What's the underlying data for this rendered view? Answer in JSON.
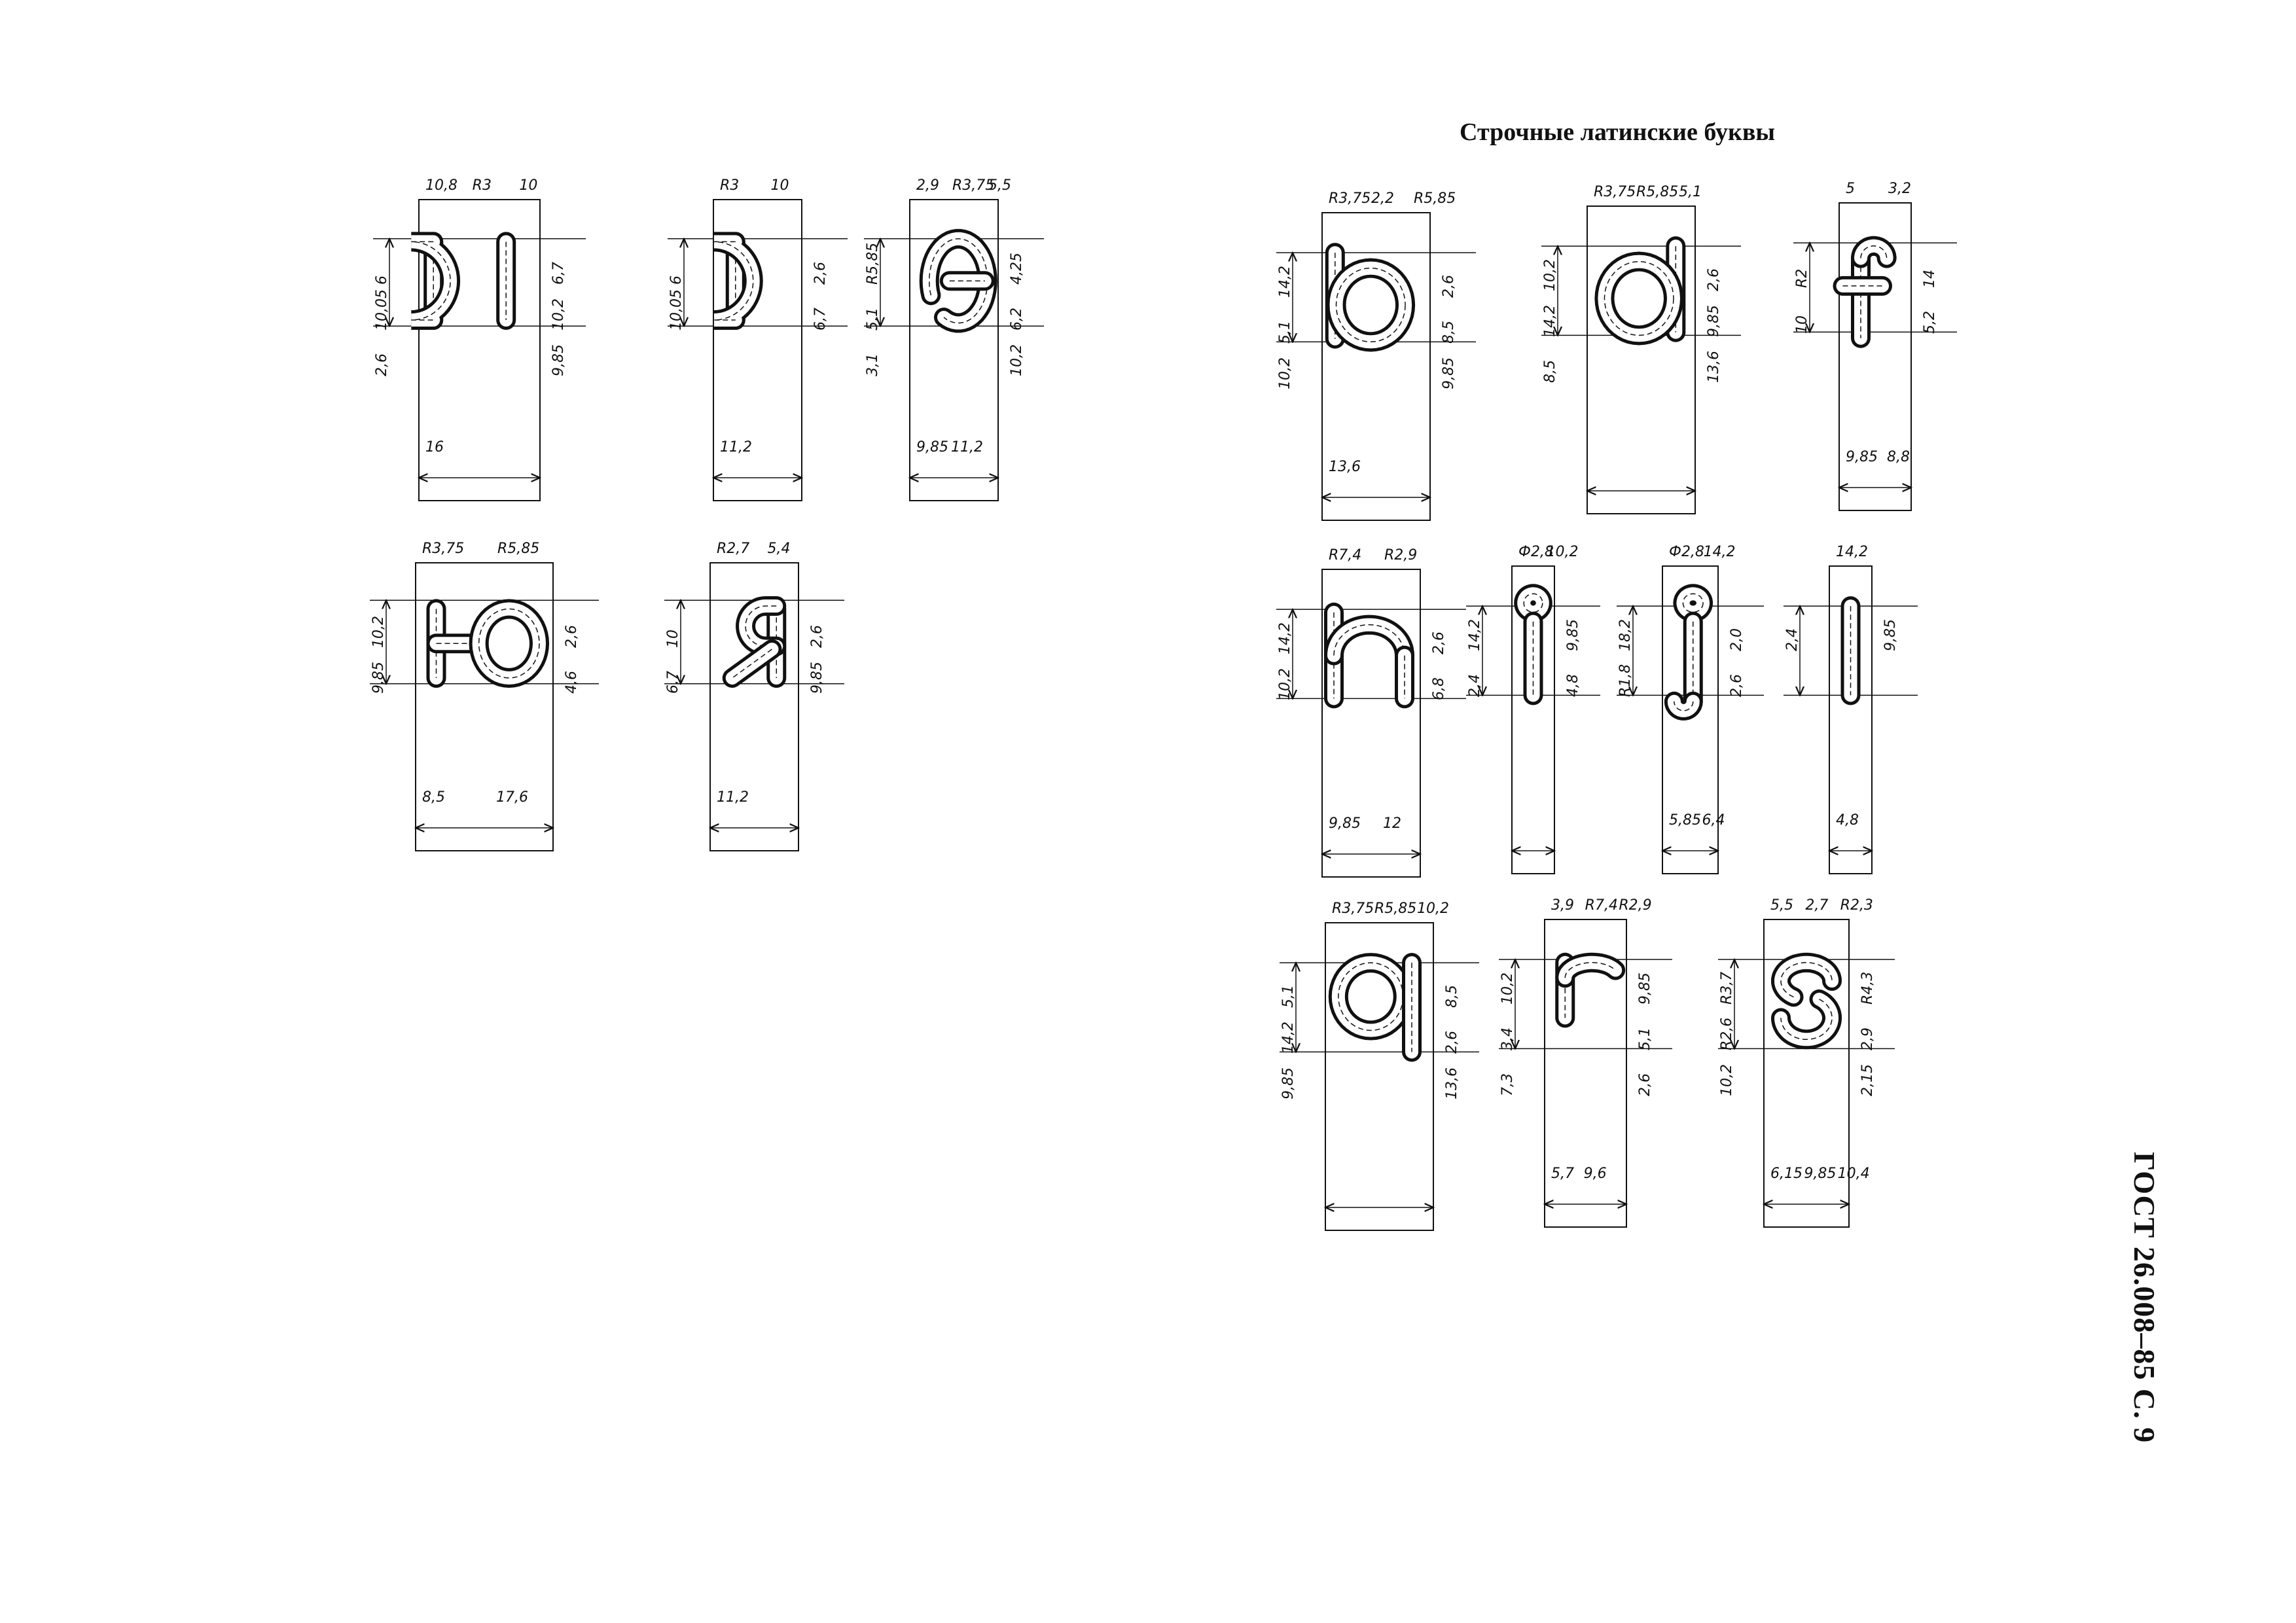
{
  "page": {
    "section_heading": "Строчные латинские буквы",
    "running_head": "ГОСТ 26.008–85 С. 9"
  },
  "glyphs": [
    {
      "id": "cyr-yery",
      "letter": "ы",
      "dims": [
        "10,8",
        "R3",
        "10",
        "6",
        "10,05",
        "2,6",
        "6,7",
        "10,2",
        "9,85",
        "16"
      ]
    },
    {
      "id": "cyr-soft-sign",
      "letter": "ь",
      "dims": [
        "R3",
        "10",
        "6",
        "10,05",
        "2,6",
        "6,7",
        "11,2"
      ]
    },
    {
      "id": "cyr-e",
      "letter": "э",
      "dims": [
        "2,9",
        "R3,75",
        "5,5",
        "R5,85",
        "5,1",
        "3,1",
        "4,25",
        "6,2",
        "10,2",
        "9,85",
        "11,2"
      ]
    },
    {
      "id": "cyr-yu",
      "letter": "ю",
      "dims": [
        "R3,75",
        "R5,85",
        "10,2",
        "9,85",
        "2,6",
        "4,6",
        "8,5",
        "17,6"
      ]
    },
    {
      "id": "cyr-ya",
      "letter": "я",
      "dims": [
        "R2,7",
        "5,4",
        "10",
        "6,7",
        "2,6",
        "9,85",
        "11,2"
      ]
    },
    {
      "id": "lat-b",
      "letter": "b",
      "dims": [
        "R3,75",
        "2,2",
        "R5,85",
        "14,2",
        "5,1",
        "10,2",
        "2,6",
        "8,5",
        "9,85",
        "13,6"
      ]
    },
    {
      "id": "lat-d",
      "letter": "d",
      "dims": [
        "R3,75",
        "R5,85",
        "5,1",
        "10,2",
        "14,2",
        "8,5",
        "2,6",
        "9,85",
        "13,6"
      ]
    },
    {
      "id": "lat-f",
      "letter": "f",
      "dims": [
        "5",
        "3,2",
        "R2",
        "10",
        "14",
        "5,2",
        "9,85",
        "8,8"
      ]
    },
    {
      "id": "lat-h",
      "letter": "h",
      "dims": [
        "R7,4",
        "R2,9",
        "14,2",
        "10,2",
        "2,6",
        "6,8",
        "9,85",
        "12"
      ]
    },
    {
      "id": "lat-i",
      "letter": "i",
      "dims": [
        "Ф2,8",
        "10,2",
        "14,2",
        "2,4",
        "9,85",
        "4,8"
      ]
    },
    {
      "id": "lat-j",
      "letter": "j",
      "dims": [
        "Ф2,8",
        "14,2",
        "18,2",
        "R1,8",
        "2,0",
        "2,6",
        "5,85",
        "6,4"
      ]
    },
    {
      "id": "lat-l",
      "letter": "l",
      "dims": [
        "14,2",
        "2,4",
        "9,85",
        "4,8"
      ]
    },
    {
      "id": "lat-q",
      "letter": "q",
      "dims": [
        "R3,75",
        "R5,85",
        "10,2",
        "5,1",
        "14,2",
        "9,85",
        "8,5",
        "2,6",
        "13,6"
      ]
    },
    {
      "id": "lat-r",
      "letter": "r",
      "dims": [
        "3,9",
        "R7,4",
        "R2,9",
        "10,2",
        "3,4",
        "7,3",
        "9,85",
        "5,1",
        "2,6",
        "5,7",
        "9,6"
      ]
    },
    {
      "id": "lat-s",
      "letter": "s",
      "dims": [
        "5,5",
        "2,7",
        "R2,3",
        "R3,7",
        "R2,6",
        "10,2",
        "R4,3",
        "2,9",
        "2,15",
        "6,15",
        "9,85",
        "10,4"
      ]
    }
  ]
}
